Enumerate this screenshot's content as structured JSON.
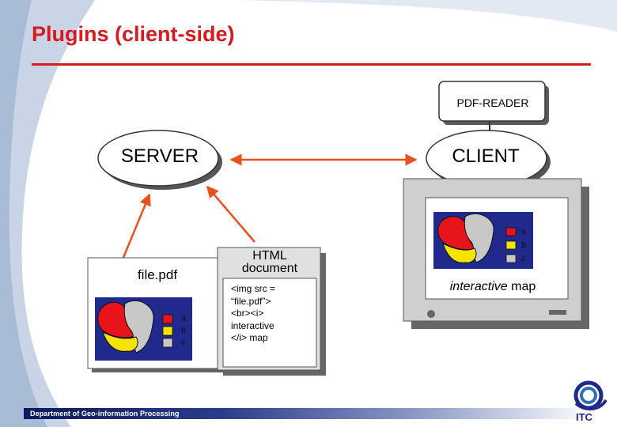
{
  "slide": {
    "title": "Plugins (client-side)",
    "footer": "Department of Geo-information Processing"
  },
  "nodes": {
    "server": "SERVER",
    "client": "CLIENT",
    "pdf_reader": "PDF-READER",
    "file": "file.pdf",
    "html_document_line1": "HTML",
    "html_document_line2": "document",
    "html_code": "<img src =\n“file.pdf”>\n<br><i>\ninteractive\n</i> map",
    "client_caption_italic": "interactive",
    "client_caption_rest": " map"
  },
  "legend": [
    "a",
    "b",
    "c"
  ],
  "logo_text": "ITC",
  "colors": {
    "title": "#d71920",
    "arrow": "#e8501e",
    "map_background": "#1f2a8c",
    "map_red": "#e8141c",
    "map_yellow": "#f5e400",
    "map_grey": "#c8c8c8"
  }
}
